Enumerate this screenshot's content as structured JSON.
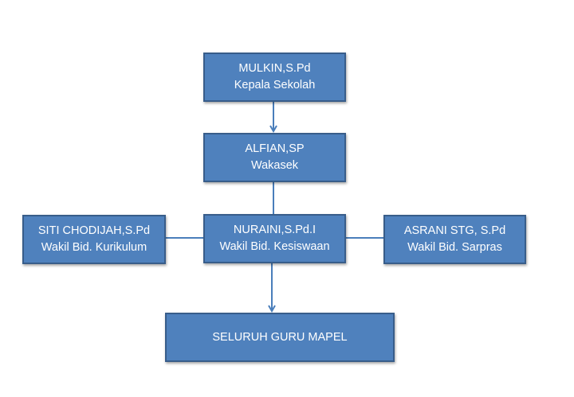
{
  "colors": {
    "box_fill": "#4f81bd",
    "box_border": "#385d8a",
    "connector": "#4a7ebb",
    "text": "#ffffff"
  },
  "nodes": {
    "head": {
      "name": "MULKIN,S.Pd",
      "role": "Kepala Sekolah"
    },
    "wakasek": {
      "name": "ALFIAN,SP",
      "role": "Wakasek"
    },
    "kesiswaan": {
      "name": "NURAINI,S.Pd.I",
      "role": "Wakil Bid. Kesiswaan"
    },
    "kurikulum": {
      "name": "SITI CHODIJAH,S.Pd",
      "role": "Wakil Bid. Kurikulum"
    },
    "sarpras": {
      "name": "ASRANI STG, S.Pd",
      "role": "Wakil Bid. Sarpras"
    },
    "guru": {
      "label": "SELURUH GURU MAPEL"
    }
  }
}
